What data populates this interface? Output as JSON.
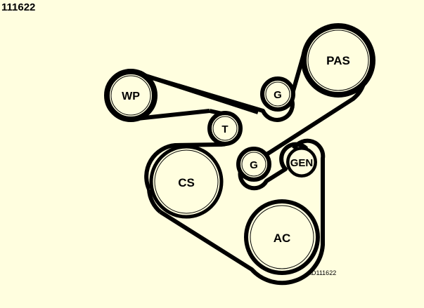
{
  "reference_number": "111622",
  "drawing_code": "AD111622",
  "colors": {
    "background": "#fffedf",
    "belt": "#000000",
    "pulley_face": "#fffedf",
    "ink": "#000000"
  },
  "pulleys": {
    "pas": {
      "label": "PAS"
    },
    "wp": {
      "label": "WP"
    },
    "idler_top": {
      "label": "G"
    },
    "tensioner": {
      "label": "T"
    },
    "idler_bottom": {
      "label": "G"
    },
    "generator": {
      "label": "GEN"
    },
    "crankshaft": {
      "label": "CS"
    },
    "ac": {
      "label": "AC"
    }
  }
}
